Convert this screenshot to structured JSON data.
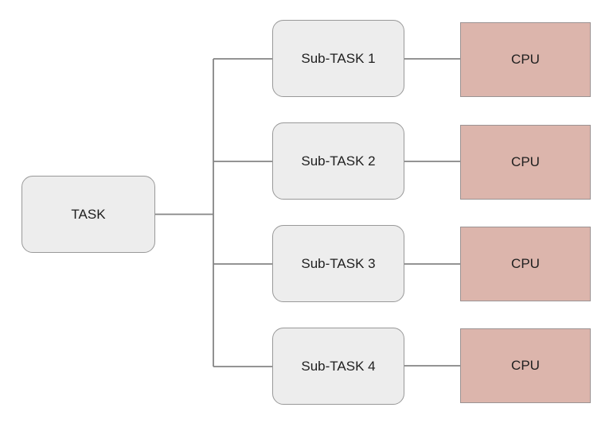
{
  "diagram": {
    "root": {
      "label": "TASK"
    },
    "subtasks": [
      {
        "label": "Sub-TASK 1",
        "cpu_label": "CPU"
      },
      {
        "label": "Sub-TASK 2",
        "cpu_label": "CPU"
      },
      {
        "label": "Sub-TASK 3",
        "cpu_label": "CPU"
      },
      {
        "label": "Sub-TASK 4",
        "cpu_label": "CPU"
      }
    ]
  },
  "colors": {
    "node_fill": "#ededed",
    "node_border": "#999999",
    "cpu_fill": "#dcb5ac",
    "cpu_border": "#9b9393",
    "connector": "#858585",
    "text": "#1f1f1f",
    "background": "#ffffff"
  }
}
